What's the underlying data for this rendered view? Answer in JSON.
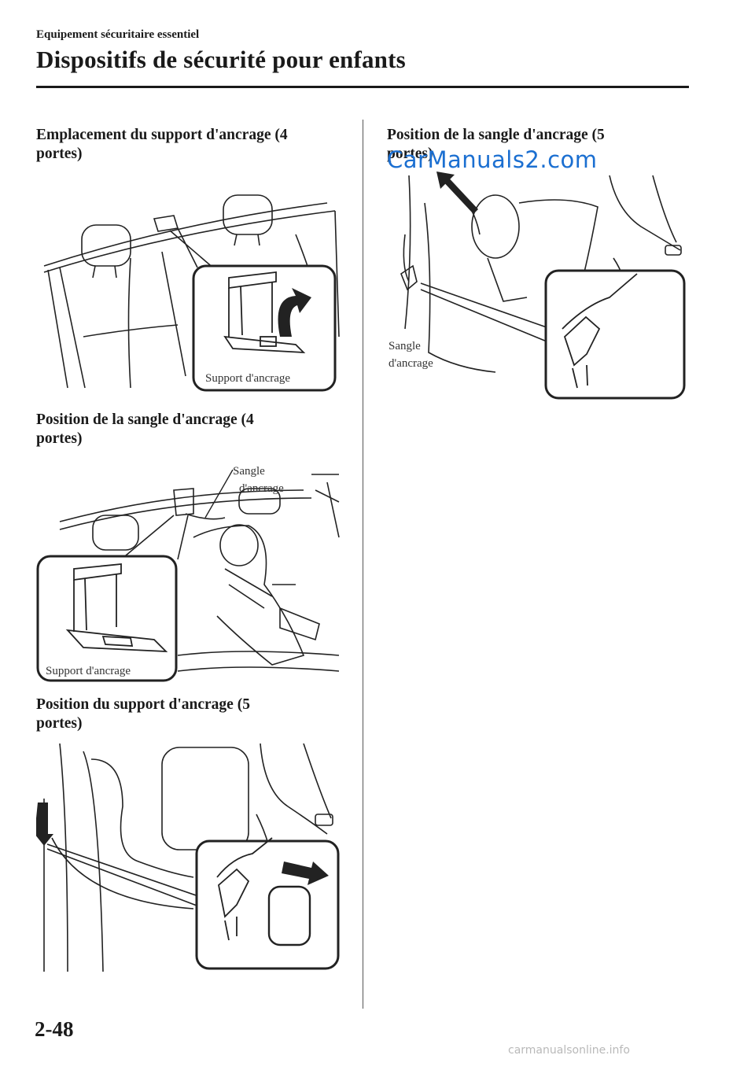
{
  "header": {
    "breadcrumb": "Equipement sécuritaire essentiel",
    "title": "Dispositifs de sécurité pour enfants"
  },
  "sections": [
    {
      "heading_line1": "Emplacement du support d'ancrage (4",
      "heading_line2": "portes)",
      "label": "Support d'ancrage"
    },
    {
      "heading_line1": "Position de la sangle d'ancrage (4",
      "heading_line2": "portes)",
      "label_top_1": "Sangle",
      "label_top_2": "d'ancrage",
      "label_bottom": "Support d'ancrage"
    },
    {
      "heading_line1": "Position du support d'ancrage (5",
      "heading_line2": "portes)"
    },
    {
      "heading_line1": "Position de la sangle d'ancrage (5",
      "heading_line2": "portes)",
      "label_1": "Sangle",
      "label_2": "d'ancrage"
    }
  ],
  "page_number": "2-48",
  "watermark": "CarManuals2.com",
  "footer": "carmanualsonline.info"
}
